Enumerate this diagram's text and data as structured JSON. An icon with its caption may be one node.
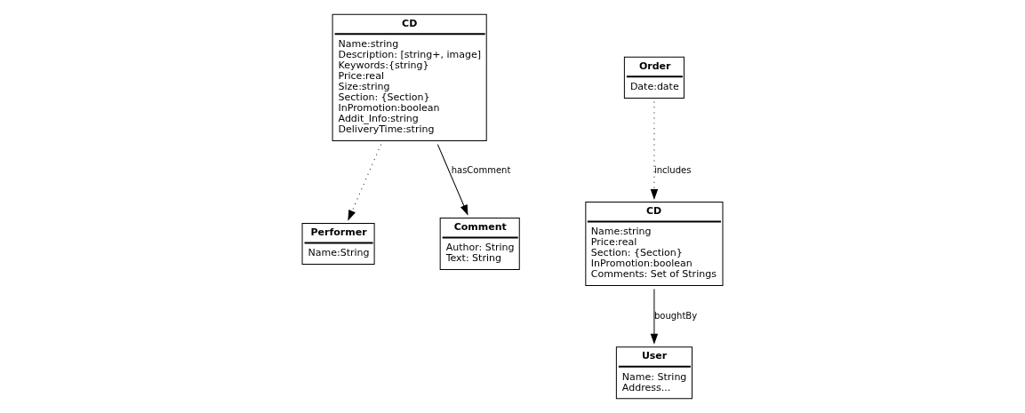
{
  "diagram": {
    "nodes": [
      {
        "text": [
          "CD",
          "Name:string",
          "Description: [string+, image]",
          "Keywords:{string}",
          "Price:real",
          "Size:string",
          "Section: {Section}",
          "InPromotion:boolean",
          "Addit_Info:string",
          "DeliveryTime:string"
        ]
      },
      {
        "text": [
          "Performer",
          "Name:String"
        ]
      },
      {
        "text": [
          "Comment",
          "Author: String",
          "Text: String"
        ]
      },
      {
        "text": [
          "CD",
          "Name:string",
          "Price:real",
          "Section: {Section}",
          "InPromotion:boolean",
          "Comments: Set of Strings"
        ]
      },
      {
        "text": [
          "Order",
          "Date:date"
        ]
      },
      {
        "text": [
          "User",
          "Name: String",
          "Address..."
        ]
      }
    ],
    "edges": [
      {
        "from": 0,
        "to": 1,
        "arrow": "to",
        "style": "dashed"
      },
      {
        "from": 0,
        "to": 2,
        "arrow": "to",
        "label": "hasComment"
      },
      {
        "from": 4,
        "to": 3,
        "arrow": "to",
        "label": "includes",
        "style": "dashed"
      },
      {
        "from": 3,
        "to": 5,
        "arrow": "to",
        "label": "boughtBy"
      }
    ]
  }
}
